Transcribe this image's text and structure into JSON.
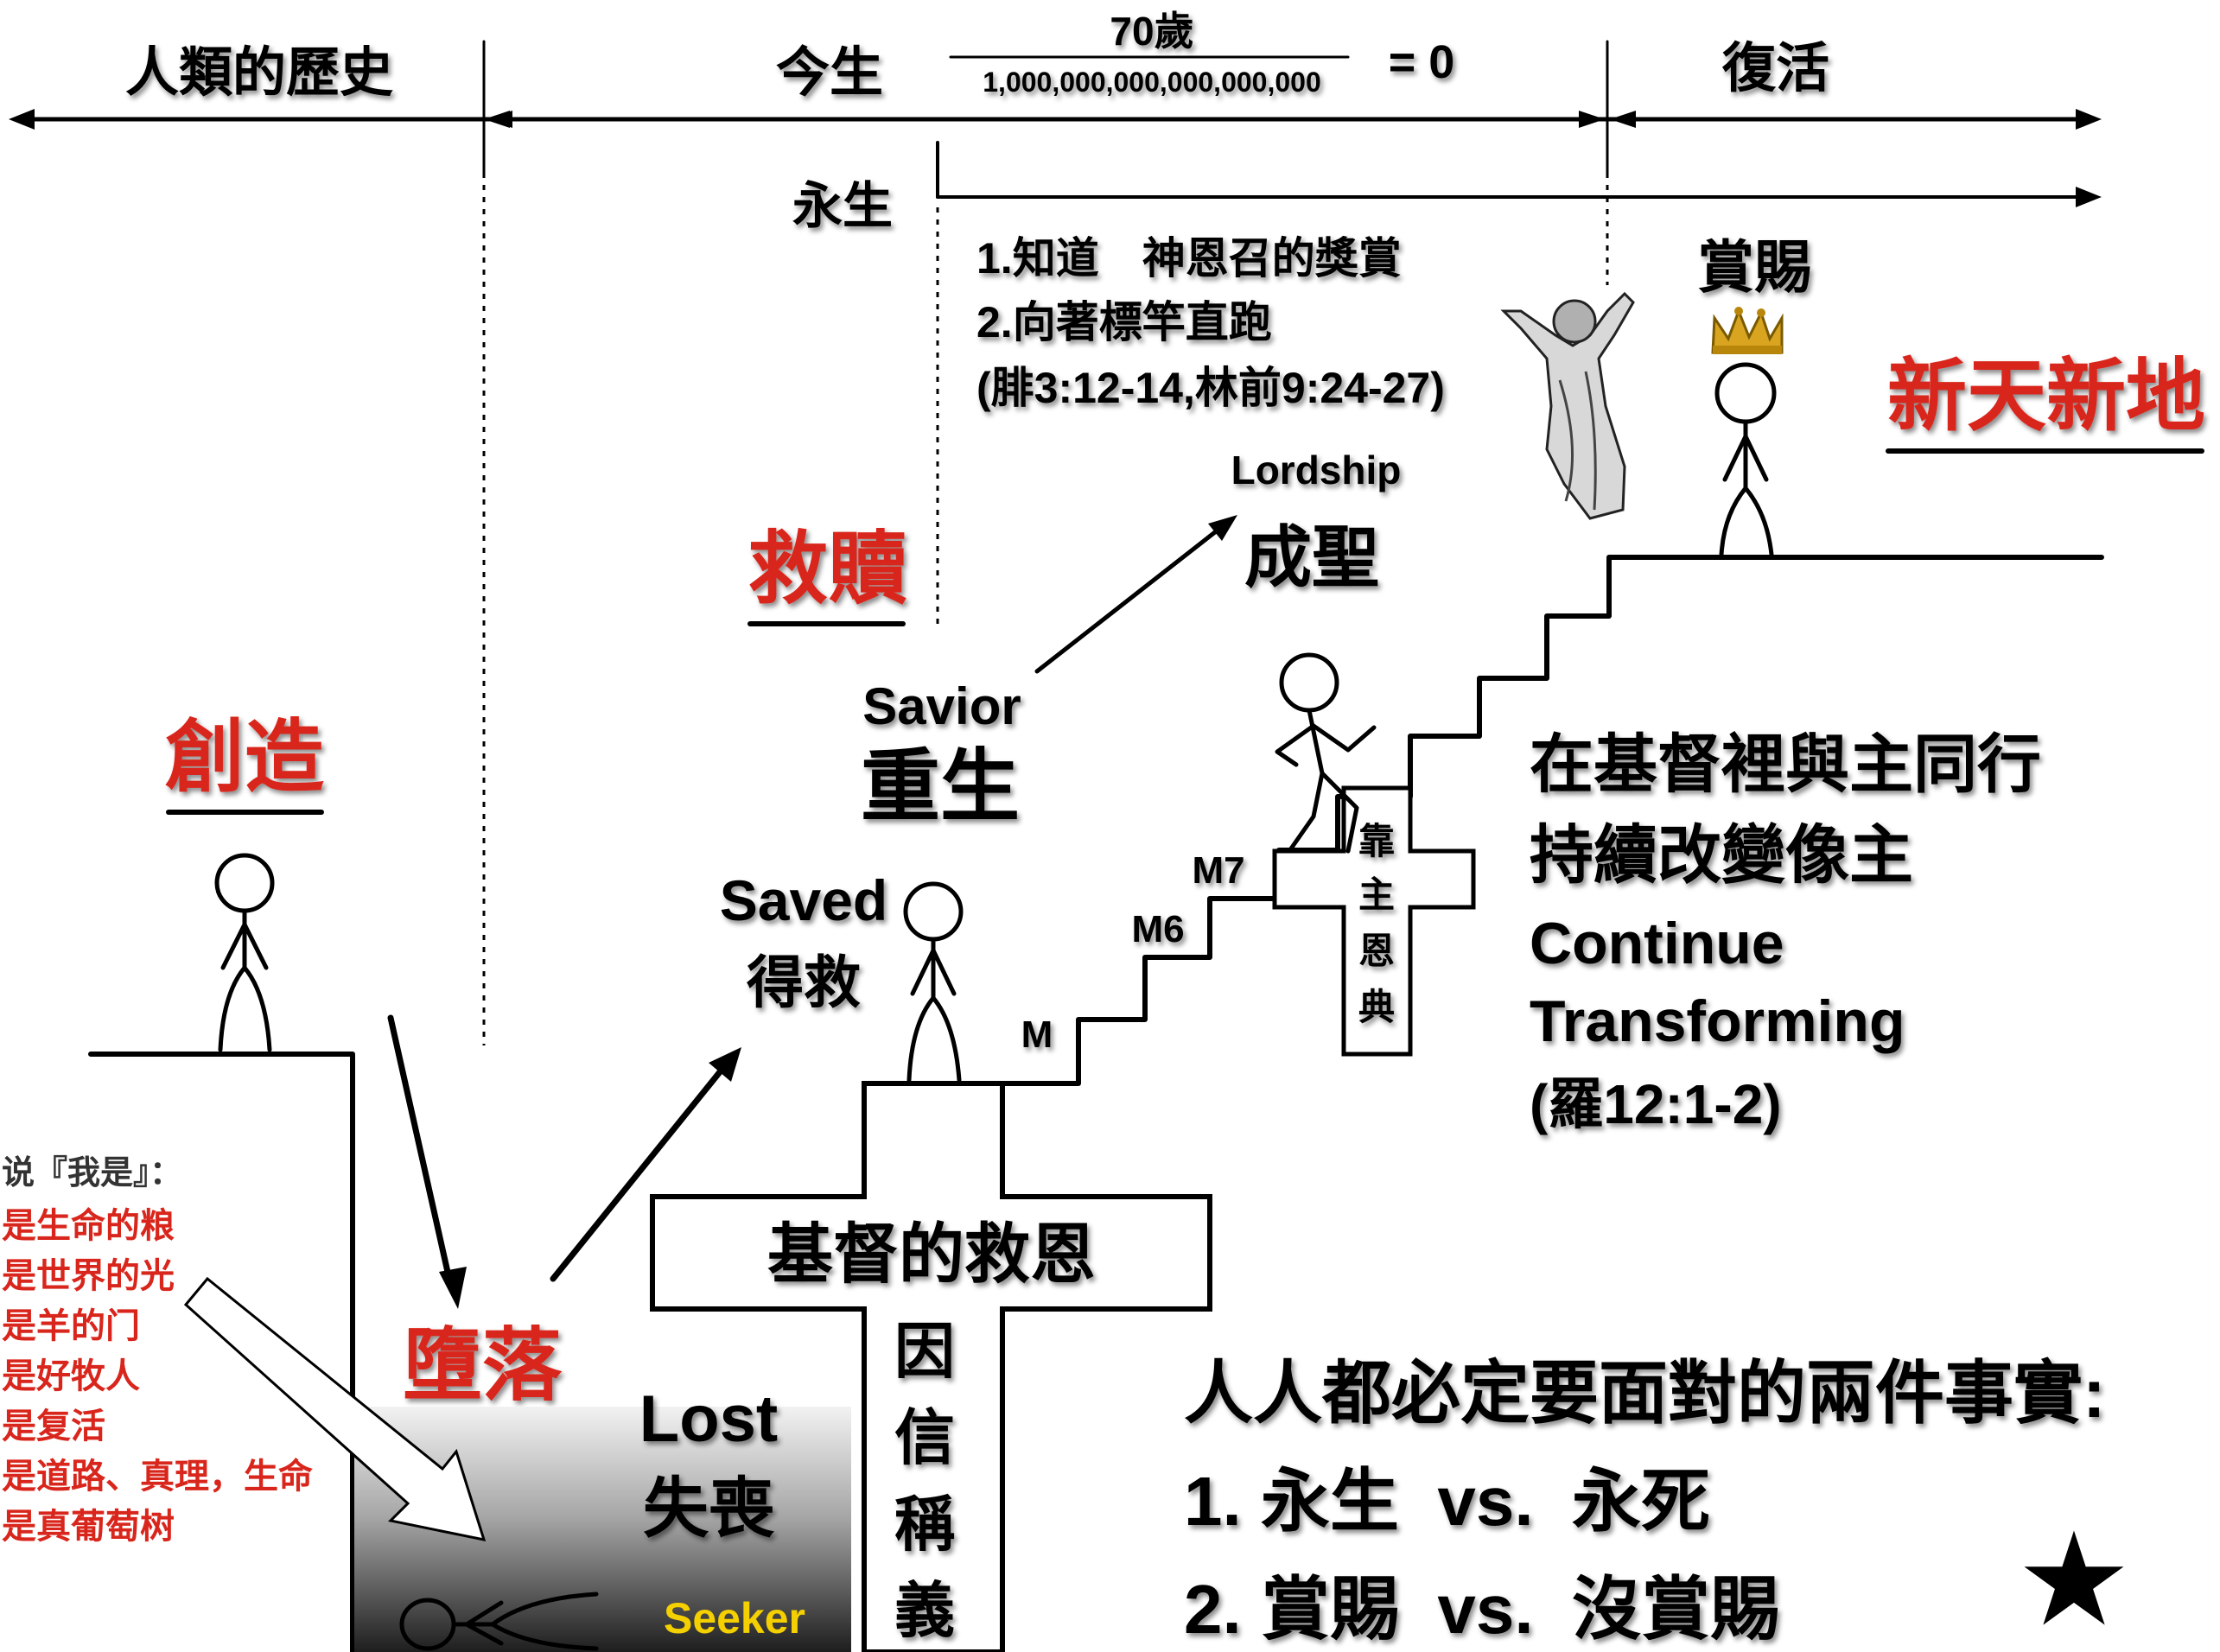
{
  "timeline": {
    "human_history": "人類的歷史",
    "this_life": "今生",
    "fraction_numerator": "70歲",
    "fraction_denominator": "1,000,000,000,000,000,000",
    "equals_zero": "= 0",
    "resurrection": "復活",
    "eternal_life": "永生"
  },
  "goals": {
    "line1": "1.知道　神恩召的獎賞",
    "line2": "2.向著標竿直跑",
    "ref": "(腓3:12-14,林前9:24-27)"
  },
  "reward": "賞賜",
  "new_heaven_earth": "新天新地",
  "redemption": "救贖",
  "lordship": "Lordship",
  "sanctification": "成聖",
  "savior": "Savior",
  "regeneration": "重生",
  "creation": "創造",
  "fall": "墮落",
  "saved_en": "Saved",
  "saved_zh": "得救",
  "steps": {
    "m": "M",
    "m6": "M6",
    "m7": "M7"
  },
  "small_cross": [
    "靠",
    "主",
    "恩",
    "典"
  ],
  "big_cross_title": "基督的救恩",
  "big_cross_vertical": [
    "因",
    "信",
    "稱",
    "義"
  ],
  "walk_with_lord": [
    "在基督裡與主同行",
    "持續改變像主",
    "Continue",
    "Transforming",
    "(羅12:1-2)"
  ],
  "lost_en": "Lost",
  "lost_zh": "失喪",
  "seeker": "Seeker",
  "i_am": {
    "title": "说『我是』：",
    "items": [
      "是生命的粮",
      "是世界的光",
      "是羊的门",
      "是好牧人",
      "是复活",
      "是道路、真理，生命",
      "是真葡萄树"
    ]
  },
  "two_facts": {
    "title": "人人都必定要面對的兩件事實:",
    "line1": "1. 永生  vs.  永死",
    "line2": "2. 賞賜  vs.  沒賞賜",
    "star": "★"
  },
  "colors": {
    "red": "#d9261c",
    "seeker_yellow": "#f5d000",
    "crown_gold": "#d9a520"
  }
}
